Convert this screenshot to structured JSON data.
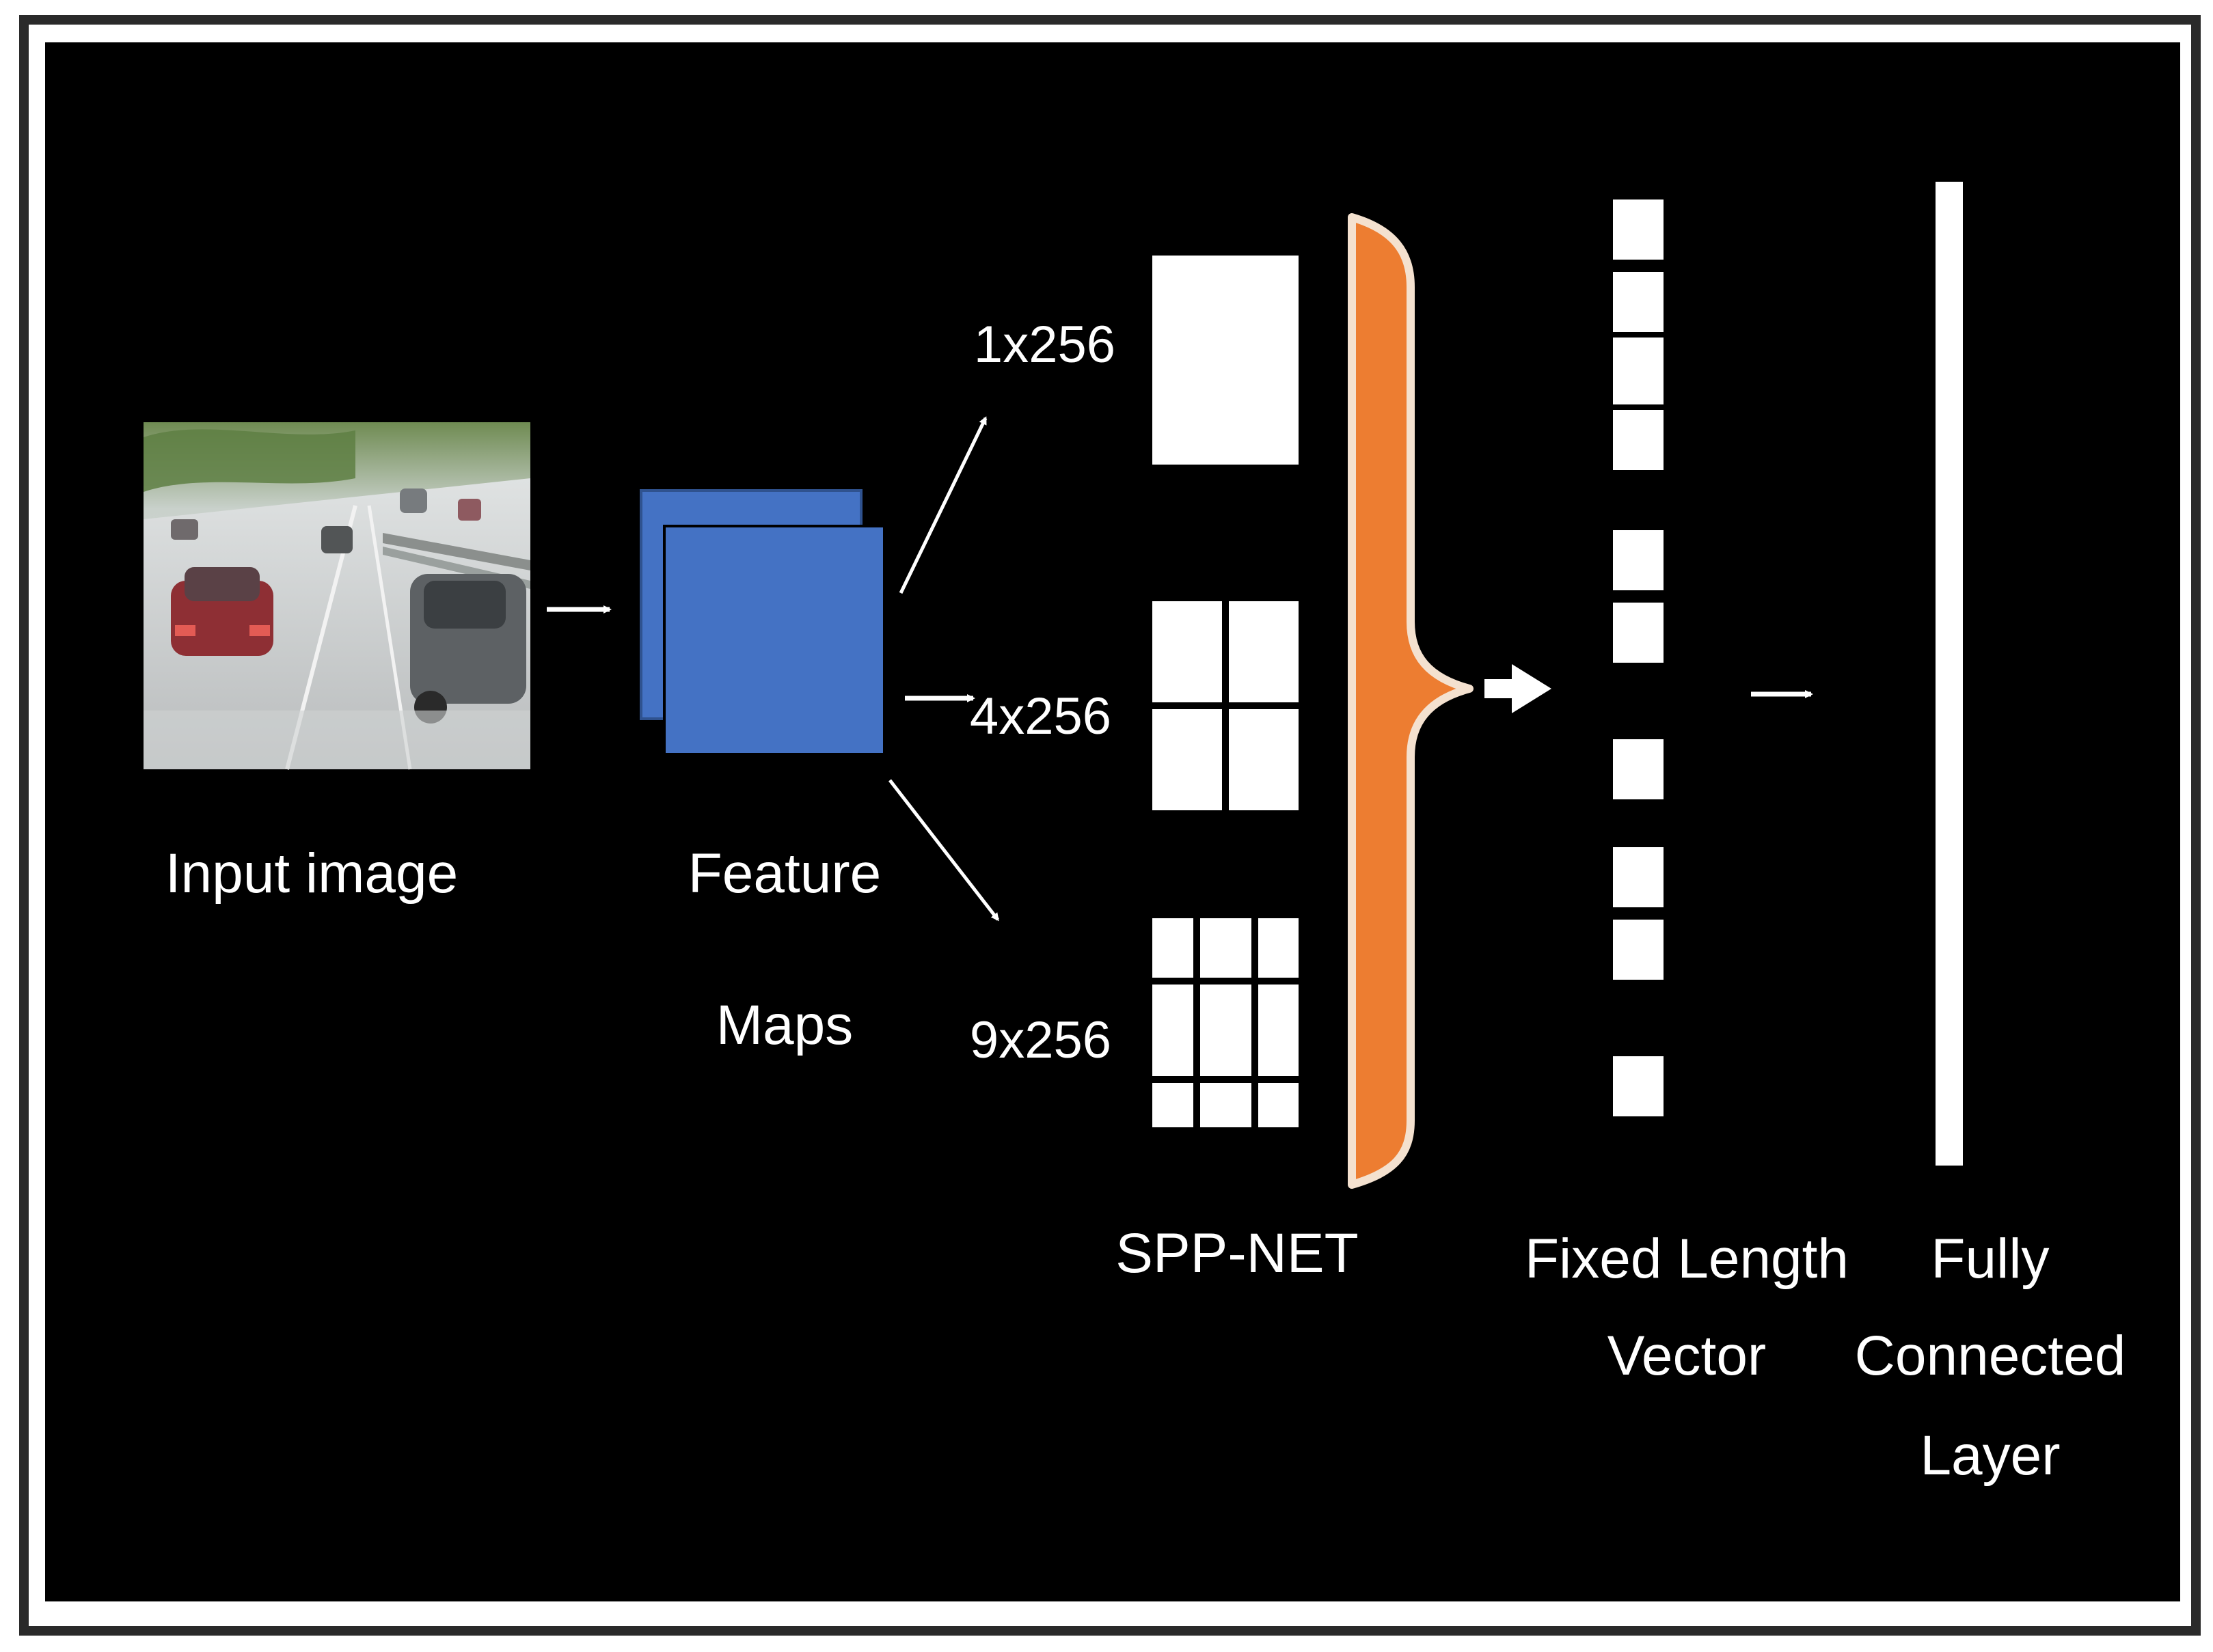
{
  "diagram": {
    "input": {
      "label": "Input image"
    },
    "feature_maps": {
      "label_line1": "Feature",
      "label_line2": "Maps"
    },
    "pyramid": {
      "levels": [
        {
          "label": "1x256"
        },
        {
          "label": "4x256"
        },
        {
          "label": "9x256"
        }
      ],
      "label": "SPP-NET"
    },
    "fixed_vector": {
      "label_line1": "Fixed Length",
      "label_line2": "Vector"
    },
    "fully_connected": {
      "label_line1": "Fully",
      "label_line2": "Connected",
      "label_line3": "Layer"
    }
  },
  "colors": {
    "background": "#000000",
    "frame": "#ffffff",
    "feature_map_fill": "#4472c4",
    "brace_fill": "#ed7d31",
    "box_fill": "#ffffff"
  }
}
